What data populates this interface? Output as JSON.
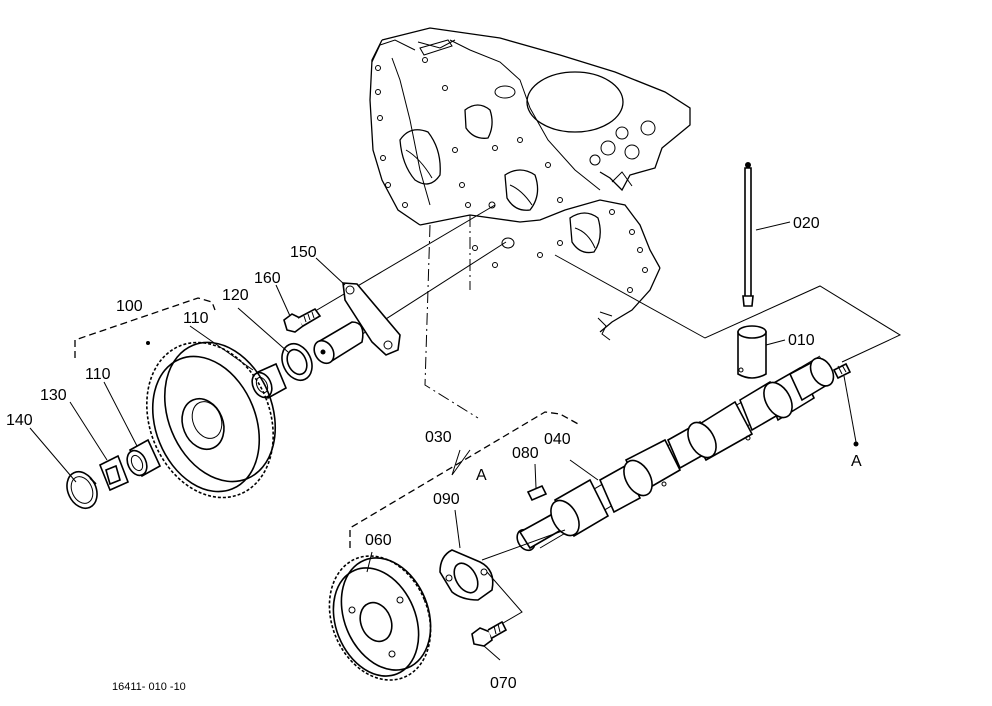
{
  "diagram": {
    "reference_number": "16411- 010 -10",
    "callouts": [
      {
        "id": "c010",
        "text": "010"
      },
      {
        "id": "c020",
        "text": "020"
      },
      {
        "id": "c030",
        "text": "030"
      },
      {
        "id": "c040",
        "text": "040"
      },
      {
        "id": "c060",
        "text": "060"
      },
      {
        "id": "c070",
        "text": "070"
      },
      {
        "id": "c080",
        "text": "080"
      },
      {
        "id": "c090",
        "text": "090"
      },
      {
        "id": "c100",
        "text": "100"
      },
      {
        "id": "c110a",
        "text": "110"
      },
      {
        "id": "c110b",
        "text": "110"
      },
      {
        "id": "c120",
        "text": "120"
      },
      {
        "id": "c130",
        "text": "130"
      },
      {
        "id": "c140",
        "text": "140"
      },
      {
        "id": "c150",
        "text": "150"
      },
      {
        "id": "c160",
        "text": "160"
      },
      {
        "id": "cA1",
        "text": "A"
      },
      {
        "id": "cA2",
        "text": "A"
      }
    ]
  }
}
